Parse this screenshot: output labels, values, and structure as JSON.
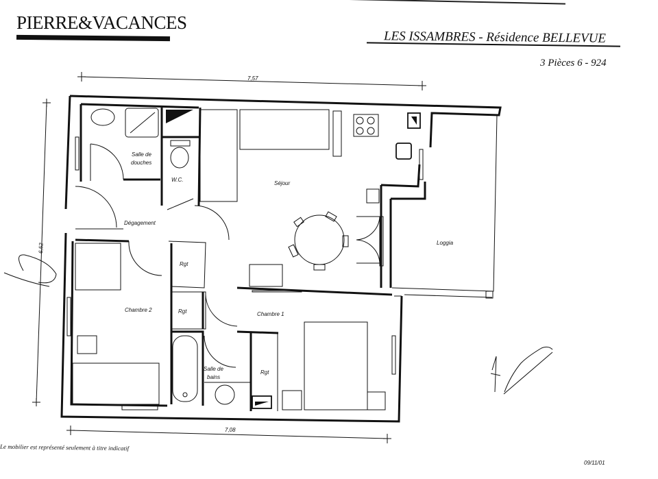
{
  "header": {
    "brand": "PIERRE&VACANCES",
    "title": "LES ISSAMBRES - Résidence BELLEVUE",
    "subtitle": "3 Pièces 6 - 924"
  },
  "dimensions": {
    "top_width": "7,57",
    "bottom_width": "7,08",
    "left_height": "6,52"
  },
  "rooms": {
    "salle_de_douches_line1": "Salle de",
    "salle_de_douches_line2": "douches",
    "wc": "W.C.",
    "sejour": "Séjour",
    "degagement": "Dégagement",
    "loggia": "Loggia",
    "rgt_1": "Rgt",
    "rgt_2": "Rgt",
    "rgt_3": "Rgt",
    "chambre_2": "Chambre 2",
    "chambre_1": "Chambre 1",
    "salle_de_bains_line1": "Salle de",
    "salle_de_bains_line2": "bains"
  },
  "footer": {
    "note": "Le mobilier est représenté seulement à titre indicatif",
    "date": "09/11/01"
  },
  "colors": {
    "ink": "#111111",
    "paper": "#ffffff"
  }
}
